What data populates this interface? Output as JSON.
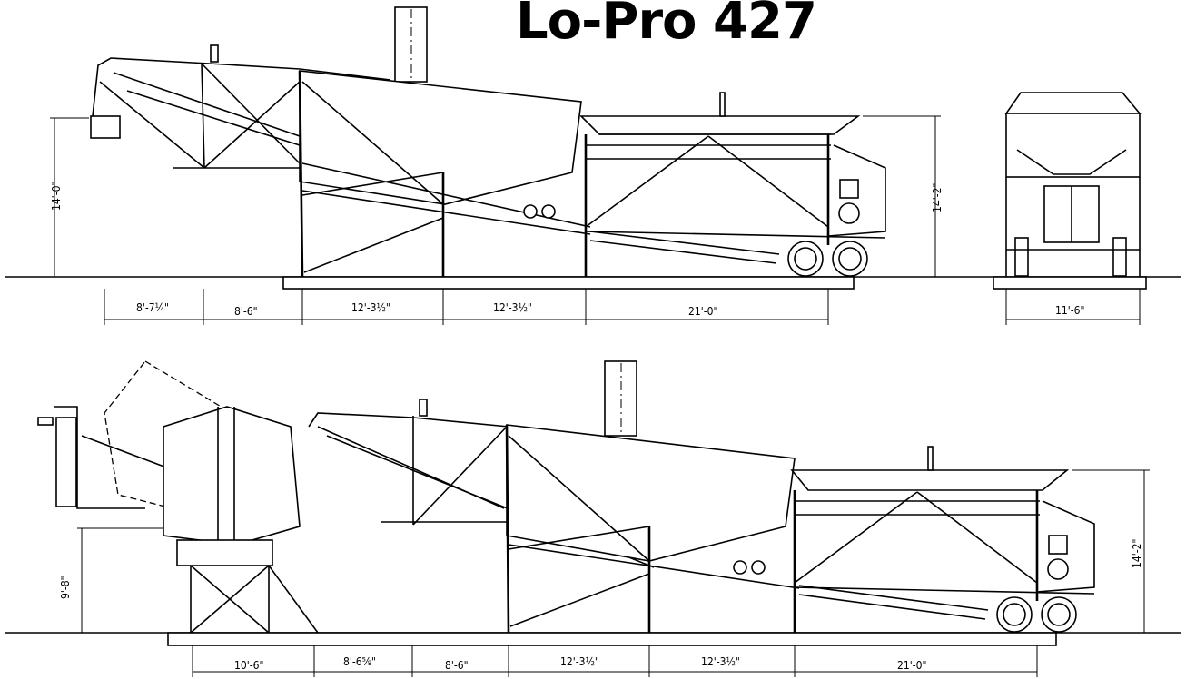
{
  "title": "Lo-Pro 427",
  "top_view": {
    "height_left": "14'-0\"",
    "height_right": "14'-2\"",
    "width_end_view": "11'-6\"",
    "spans": [
      "8'-7¼\"",
      "8'-6\"",
      "12'-3½\"",
      "12'-3½\"",
      "21'-0\""
    ]
  },
  "bottom_view": {
    "height_left": "9'-8\"",
    "height_right": "14'-2\"",
    "spans": [
      "10'-6\"",
      "8'-6⅝\"",
      "8'-6\"",
      "12'-3½\"",
      "12'-3½\"",
      "21'-0\""
    ]
  }
}
